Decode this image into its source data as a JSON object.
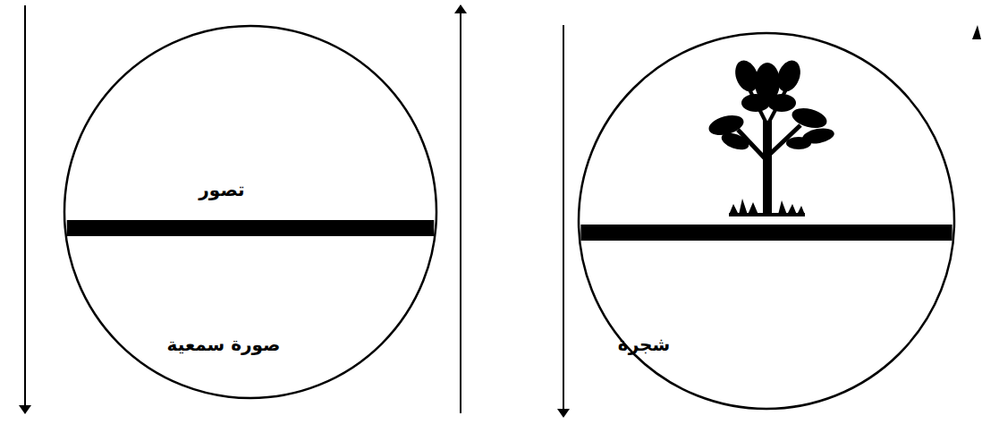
{
  "diagram": {
    "nodes": [
      {
        "text": [
          "تصور",
          "صورة سمعية"
        ]
      },
      {
        "text": [
          "شجرة"
        ]
      }
    ]
  }
}
